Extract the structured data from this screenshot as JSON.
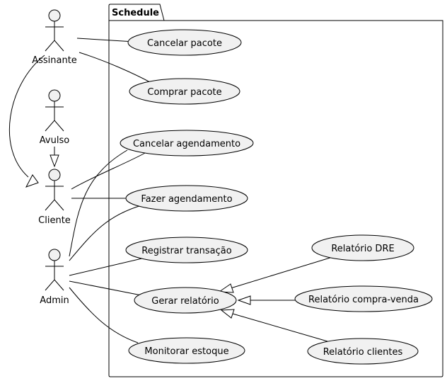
{
  "package": {
    "title": "Schedule"
  },
  "actors": {
    "assinante": "Assinante",
    "avulso": "Avulso",
    "cliente": "Cliente",
    "admin": "Admin"
  },
  "use_cases": {
    "cancelar_pacote": "Cancelar pacote",
    "comprar_pacote": "Comprar pacote",
    "cancelar_agendamento": "Cancelar agendamento",
    "fazer_agendamento": "Fazer agendamento",
    "registrar_transacao": "Registrar transação",
    "gerar_relatorio": "Gerar relatório",
    "monitorar_estoque": "Monitorar estoque",
    "relatorio_dre": "Relatório DRE",
    "relatorio_compra_venda": "Relatório compra-venda",
    "relatorio_clientes": "Relatório clientes"
  },
  "colors": {
    "element_fill": "#f1f1f1",
    "stroke": "#000000",
    "background": "#ffffff"
  }
}
